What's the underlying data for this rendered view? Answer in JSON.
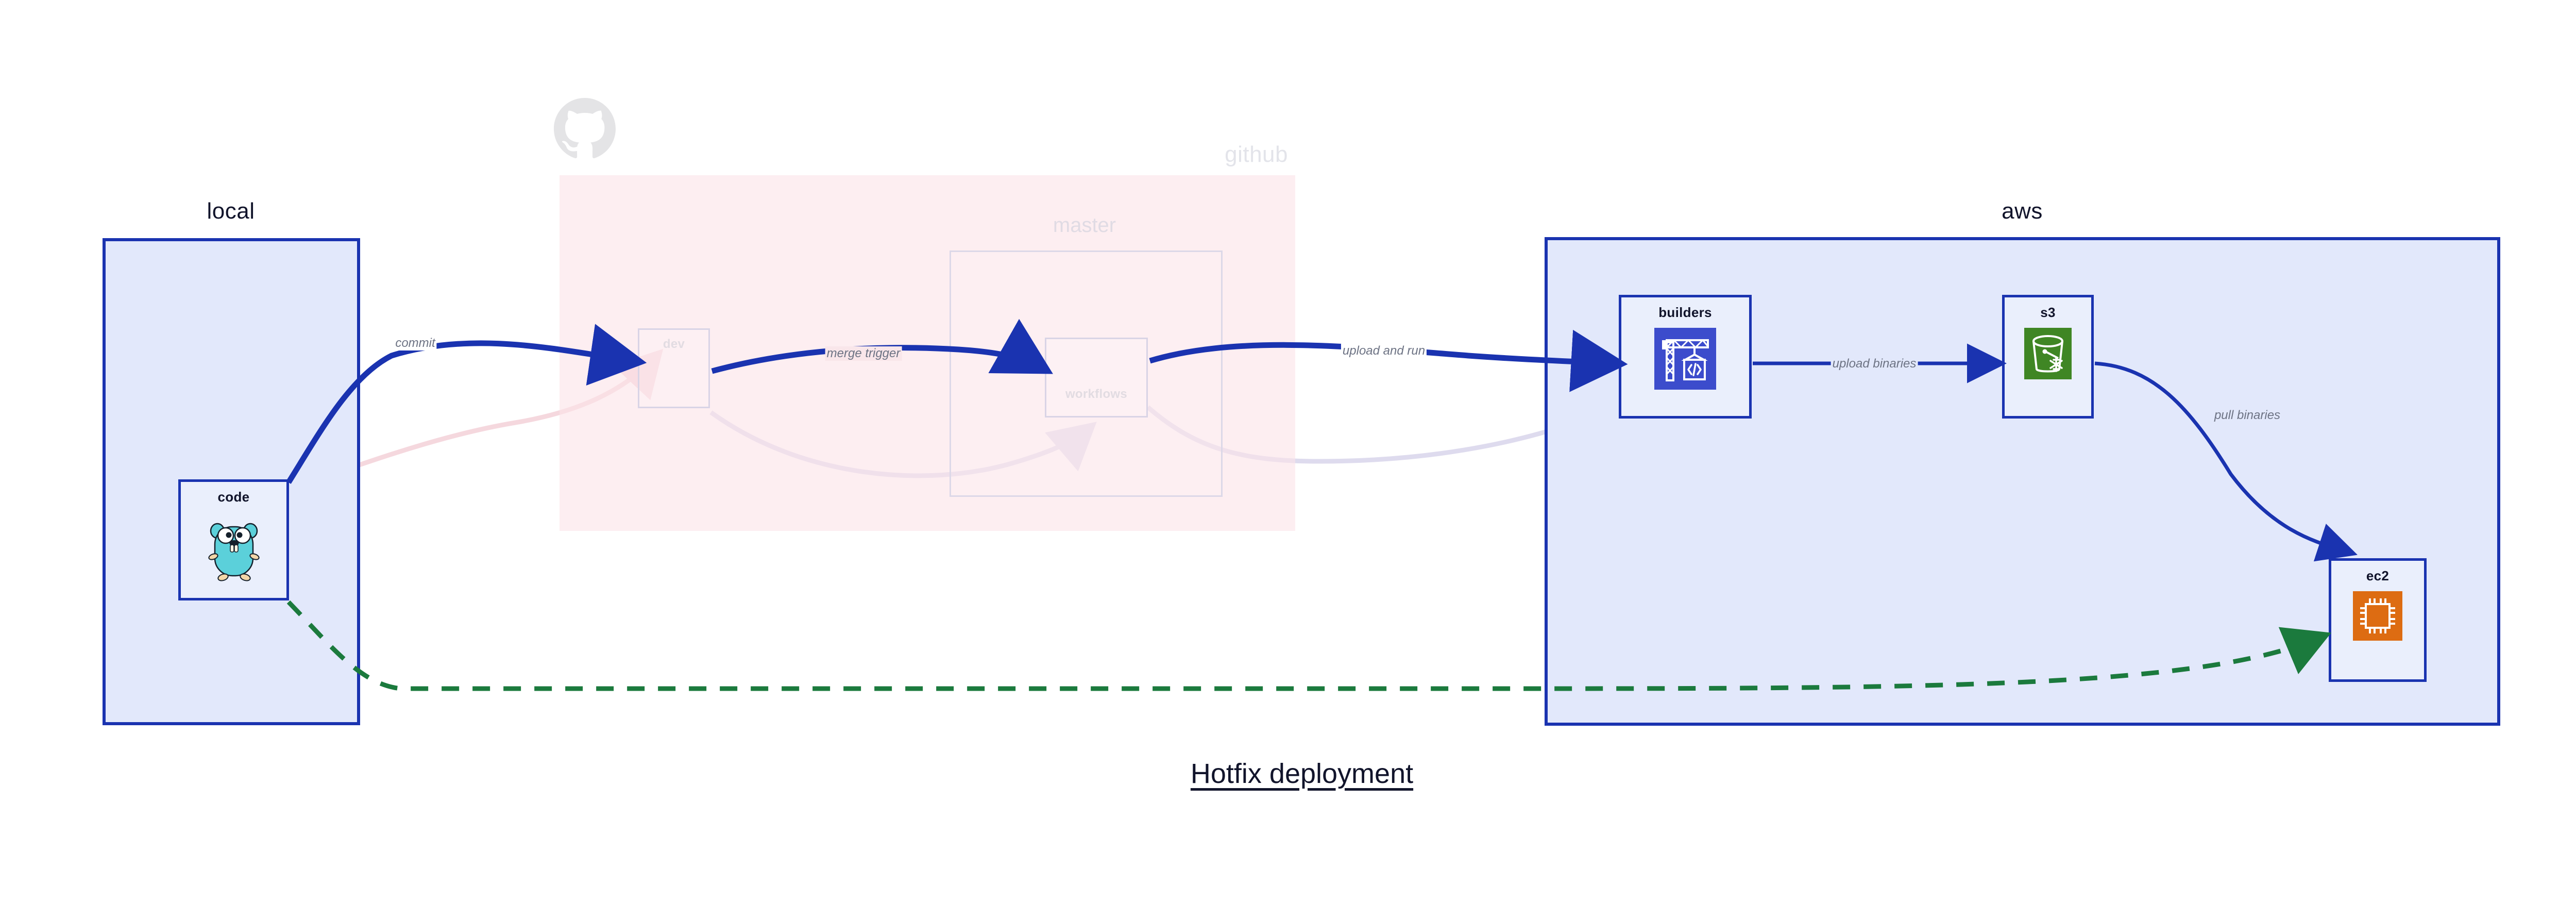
{
  "diagram": {
    "title": "Hotfix deployment",
    "groups": [
      {
        "id": "local",
        "label": "local",
        "style": "solid"
      },
      {
        "id": "github",
        "label": "github",
        "style": "faded"
      },
      {
        "id": "aws",
        "label": "aws",
        "style": "solid"
      }
    ],
    "subgroups": [
      {
        "id": "master",
        "label": "master",
        "parent": "github"
      }
    ],
    "nodes": [
      {
        "id": "code",
        "label": "code",
        "icon": "go-gopher-icon",
        "group": "local",
        "state": "active"
      },
      {
        "id": "dev",
        "label": "dev",
        "icon": "none",
        "group": "github",
        "state": "faded"
      },
      {
        "id": "workflows",
        "label": "workflows",
        "icon": "none",
        "group": "master",
        "state": "faded"
      },
      {
        "id": "builders",
        "label": "builders",
        "icon": "aws-codebuild-icon",
        "group": "aws",
        "state": "active"
      },
      {
        "id": "s3",
        "label": "s3",
        "icon": "aws-s3-glacier-icon",
        "group": "aws",
        "state": "active"
      },
      {
        "id": "ec2",
        "label": "ec2",
        "icon": "aws-ec2-icon",
        "group": "aws",
        "state": "active"
      }
    ],
    "edges": [
      {
        "id": "commit",
        "from": "code",
        "to": "dev",
        "label": "commit",
        "style": "solid-blue",
        "state": "active"
      },
      {
        "id": "merge-trigger",
        "from": "dev",
        "to": "workflows",
        "label": "merge trigger",
        "style": "solid-blue",
        "state": "active"
      },
      {
        "id": "upload-and-run",
        "from": "workflows",
        "to": "builders",
        "label": "upload and run",
        "style": "solid-blue",
        "state": "active"
      },
      {
        "id": "upload-binaries",
        "from": "builders",
        "to": "s3",
        "label": "upload binaries",
        "style": "solid-blue",
        "state": "active"
      },
      {
        "id": "pull-binaries",
        "from": "s3",
        "to": "ec2",
        "label": "pull binaries",
        "style": "solid-blue",
        "state": "active"
      },
      {
        "id": "hotfix-direct",
        "from": "code",
        "to": "ec2",
        "label": "",
        "style": "dashed-green",
        "state": "active"
      },
      {
        "id": "ghost-code-dev",
        "from": "code",
        "to": "dev",
        "label": "",
        "style": "solid-pink",
        "state": "faded"
      },
      {
        "id": "ghost-dev-wf",
        "from": "dev",
        "to": "workflows",
        "label": "",
        "style": "solid-lilac",
        "state": "faded"
      },
      {
        "id": "ghost-wf-build",
        "from": "workflows",
        "to": "builders",
        "label": "",
        "style": "solid-lilac",
        "state": "faded"
      }
    ],
    "logo": {
      "name": "github-octocat-logo",
      "group": "github"
    },
    "colors": {
      "accent_blue": "#1a33b0",
      "group_fill": "#e2e8fb",
      "node_fill": "#eaeffc",
      "github_fill": "#fbe4e9",
      "dashed_green": "#1b7a3d",
      "label_gray": "#6d7384",
      "title_navy": "#11142b",
      "codebuild_blue": "#3c4ccc",
      "s3_green": "#3f8624",
      "ec2_orange": "#dd6c12",
      "gopher_cyan": "#5bd0da"
    }
  }
}
